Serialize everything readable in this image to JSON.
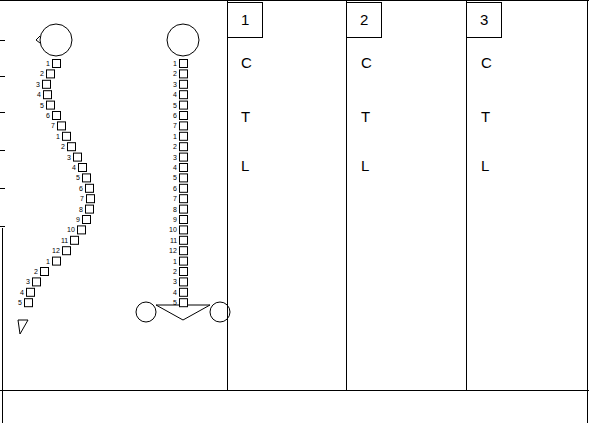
{
  "diagram": {
    "nodes": [
      {
        "text": [
          "1"
        ]
      },
      {
        "text": [
          "2"
        ]
      },
      {
        "text": [
          "3"
        ]
      }
    ],
    "labels": [
      "C",
      "T",
      "L",
      "C",
      "T",
      "L",
      "C",
      "T",
      "L",
      "1",
      "2",
      "3",
      "4",
      "5",
      "6",
      "7",
      "1",
      "2",
      "3",
      "4",
      "5",
      "6",
      "7",
      "8",
      "9",
      "10",
      "11",
      "12",
      "1",
      "2",
      "3",
      "4",
      "5",
      "1",
      "2",
      "3",
      "4",
      "5",
      "6",
      "7",
      "1",
      "2",
      "3",
      "4",
      "5",
      "6",
      "7",
      "8",
      "9",
      "10",
      "11",
      "12",
      "1",
      "2",
      "3",
      "4",
      "5"
    ]
  }
}
